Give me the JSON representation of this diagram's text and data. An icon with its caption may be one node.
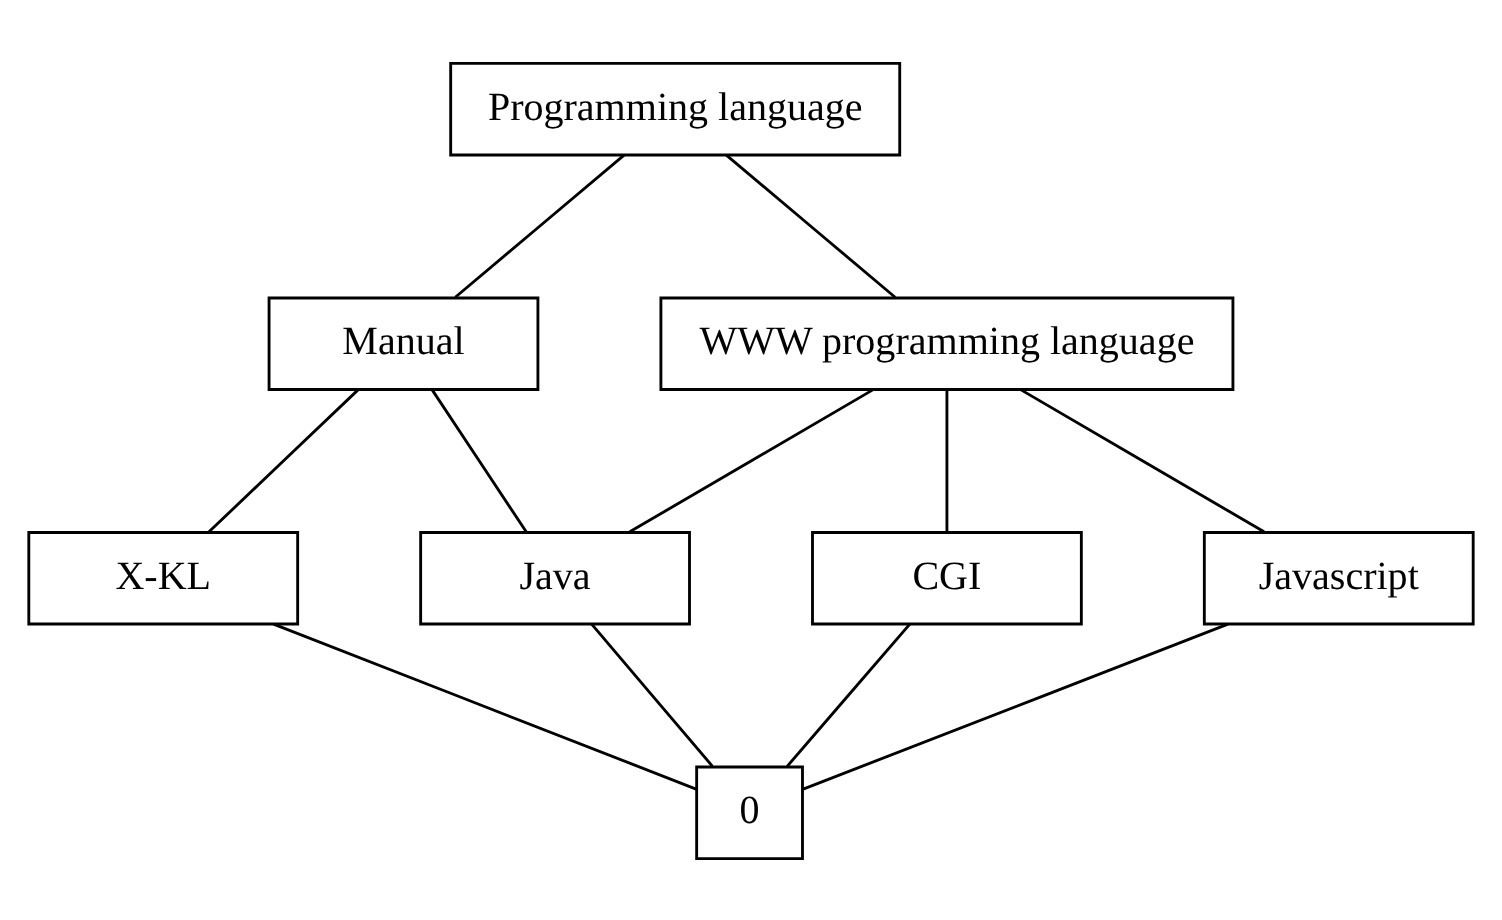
{
  "diagram": {
    "nodes": [
      {
        "text": [
          "Programming language"
        ]
      },
      {
        "text": [
          "Manual"
        ]
      },
      {
        "text": [
          "WWW programming language"
        ]
      },
      {
        "text": [
          "X-KL"
        ]
      },
      {
        "text": [
          "Java"
        ]
      },
      {
        "text": [
          "CGI"
        ]
      },
      {
        "text": [
          "Javascript"
        ]
      },
      {
        "text": [
          "0"
        ]
      }
    ],
    "edges": [
      {
        "from": 0,
        "to": 1,
        "arrow": "none"
      },
      {
        "from": 0,
        "to": 2,
        "arrow": "none"
      },
      {
        "from": 1,
        "to": 3,
        "arrow": "none"
      },
      {
        "from": 1,
        "to": 4,
        "arrow": "none"
      },
      {
        "from": 2,
        "to": 4,
        "arrow": "none"
      },
      {
        "from": 2,
        "to": 5,
        "arrow": "none"
      },
      {
        "from": 2,
        "to": 6,
        "arrow": "none"
      },
      {
        "from": 3,
        "to": 7,
        "arrow": "none"
      },
      {
        "from": 4,
        "to": 7,
        "arrow": "none"
      },
      {
        "from": 5,
        "to": 7,
        "arrow": "none"
      },
      {
        "from": 6,
        "to": 7,
        "arrow": "none"
      }
    ]
  }
}
